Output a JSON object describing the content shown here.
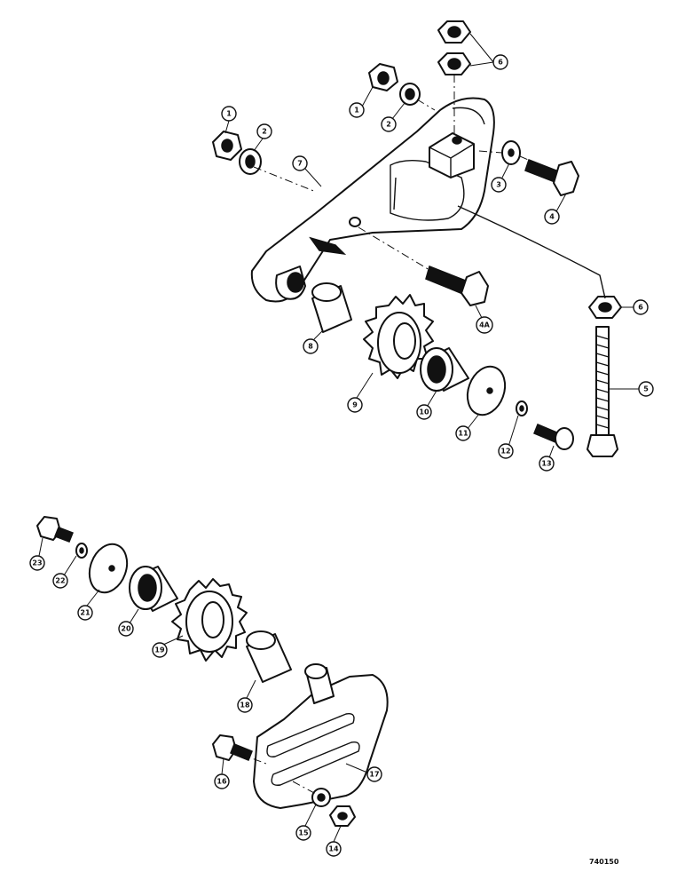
{
  "drawing_code": "740150",
  "callouts": [
    "1",
    "2",
    "1",
    "2",
    "6",
    "7",
    "3",
    "4",
    "4A",
    "8",
    "9",
    "10",
    "11",
    "12",
    "13",
    "6",
    "5",
    "23",
    "22",
    "21",
    "20",
    "19",
    "18",
    "17",
    "16",
    "15",
    "14"
  ]
}
